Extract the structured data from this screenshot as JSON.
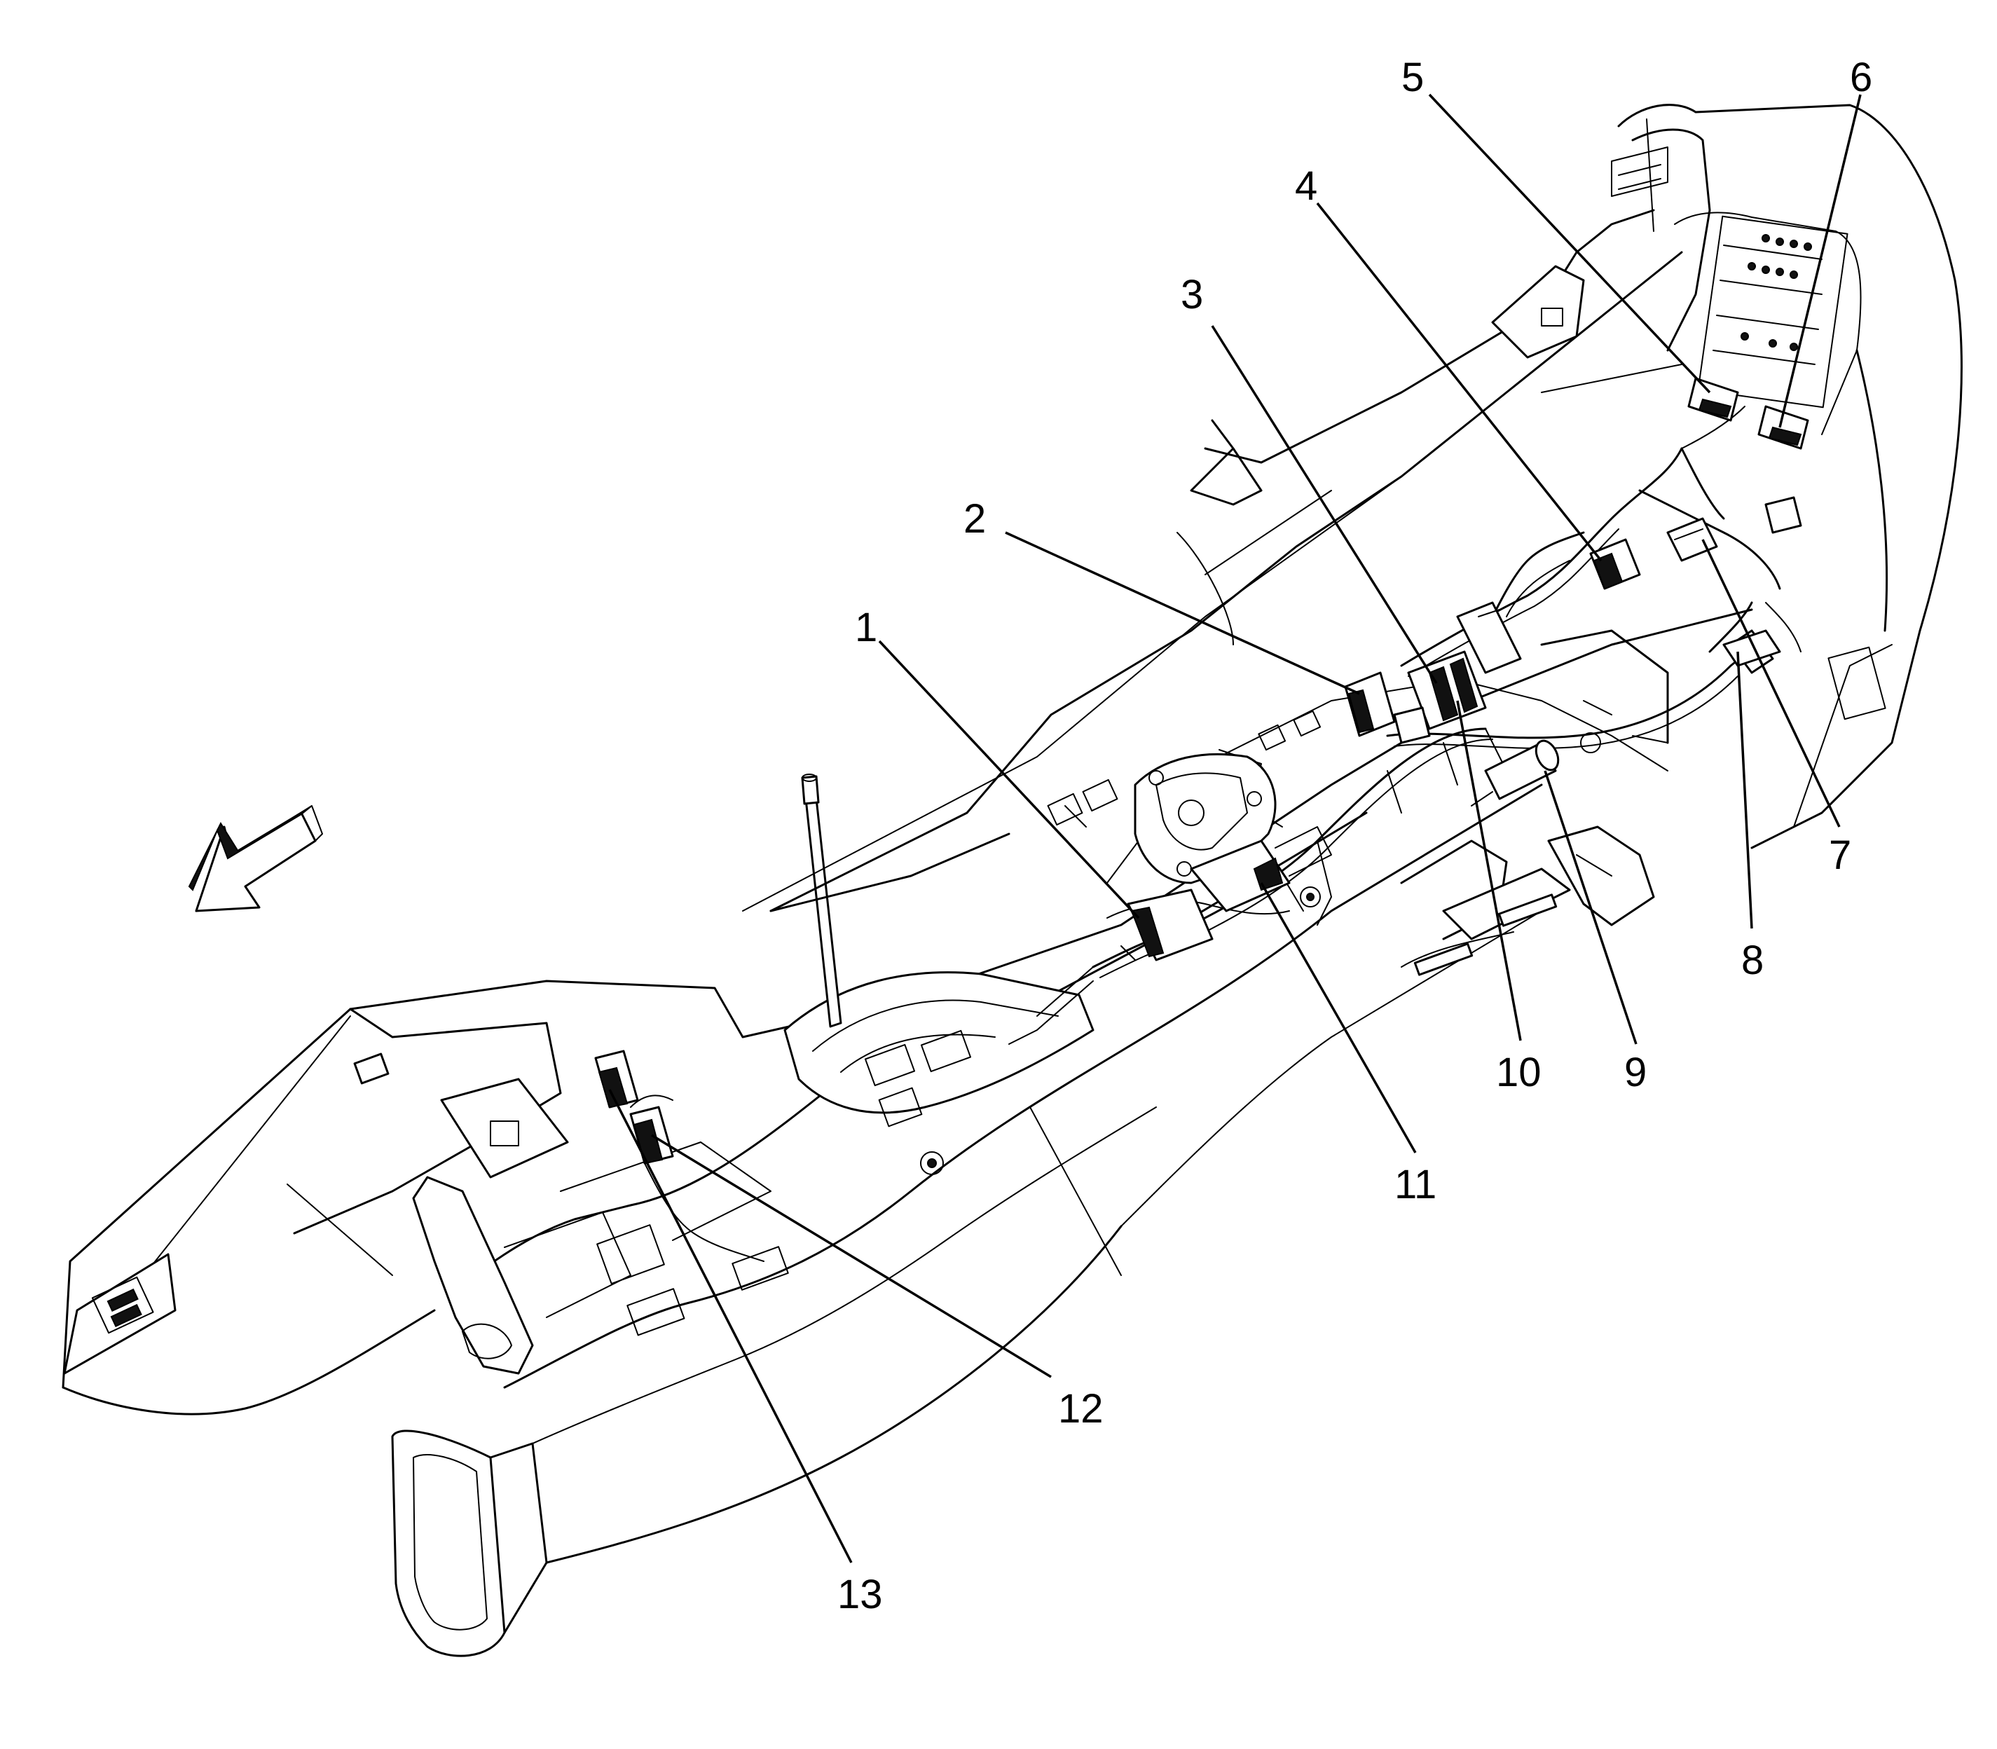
{
  "callouts": [
    {
      "id": "1",
      "label": "1"
    },
    {
      "id": "2",
      "label": "2"
    },
    {
      "id": "3",
      "label": "3"
    },
    {
      "id": "4",
      "label": "4"
    },
    {
      "id": "5",
      "label": "5"
    },
    {
      "id": "6",
      "label": "6"
    },
    {
      "id": "7",
      "label": "7"
    },
    {
      "id": "8",
      "label": "8"
    },
    {
      "id": "9",
      "label": "9"
    },
    {
      "id": "10",
      "label": "10"
    },
    {
      "id": "11",
      "label": "11"
    },
    {
      "id": "12",
      "label": "12"
    },
    {
      "id": "13",
      "label": "13"
    }
  ],
  "icons": {
    "direction_arrow": "forward-direction-arrow-icon"
  }
}
